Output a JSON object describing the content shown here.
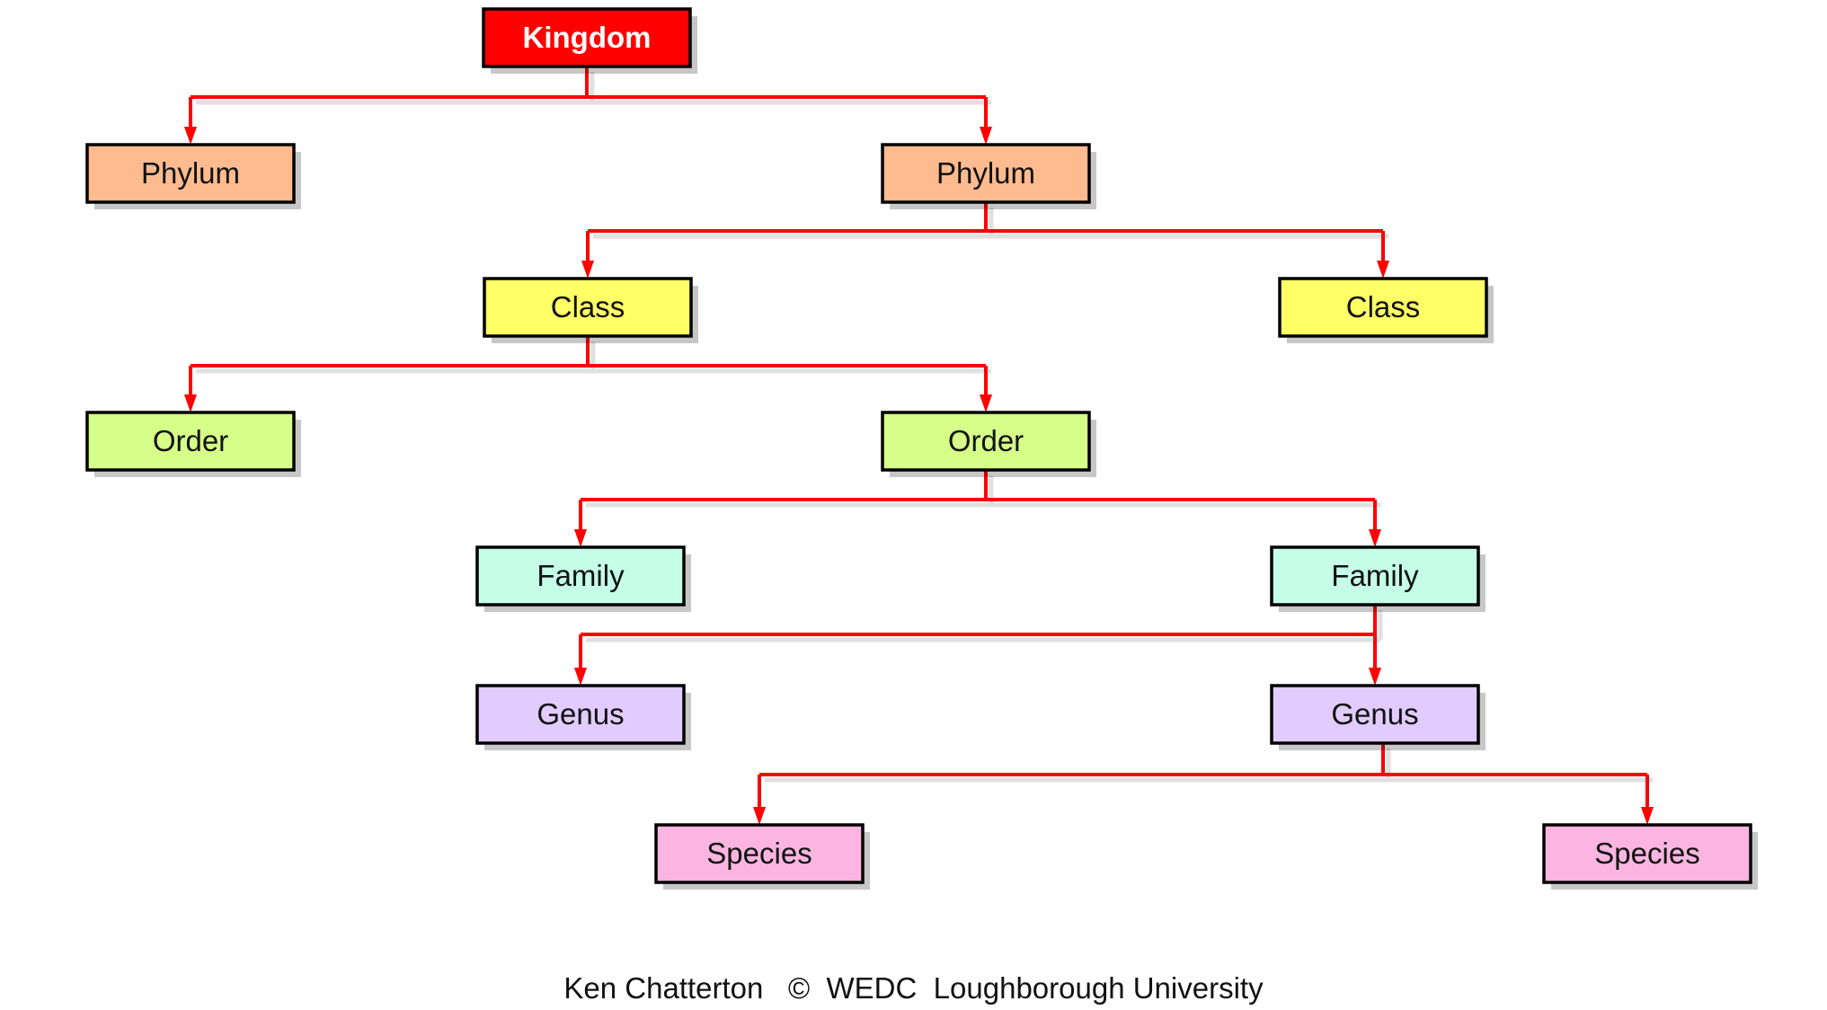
{
  "diagram": {
    "nodes": [
      {
        "id": "kingdom",
        "label": "Kingdom",
        "fill": "#ff0000"
      },
      {
        "id": "phylum-1",
        "label": "Phylum",
        "fill": "#fdbb8f"
      },
      {
        "id": "phylum-2",
        "label": "Phylum",
        "fill": "#fdbb8f"
      },
      {
        "id": "class-1",
        "label": "Class",
        "fill": "#ffff66"
      },
      {
        "id": "class-2",
        "label": "Class",
        "fill": "#ffff66"
      },
      {
        "id": "order-1",
        "label": "Order",
        "fill": "#d5ff88"
      },
      {
        "id": "order-2",
        "label": "Order",
        "fill": "#d5ff88"
      },
      {
        "id": "family-1",
        "label": "Family",
        "fill": "#c5fde9"
      },
      {
        "id": "family-2",
        "label": "Family",
        "fill": "#c5fde9"
      },
      {
        "id": "genus-1",
        "label": "Genus",
        "fill": "#e2ccff"
      },
      {
        "id": "genus-2",
        "label": "Genus",
        "fill": "#e2ccff"
      },
      {
        "id": "species-1",
        "label": "Species",
        "fill": "#fbb5e0"
      },
      {
        "id": "species-2",
        "label": "Species",
        "fill": "#fbb5e0"
      }
    ],
    "edges": [
      {
        "from": "kingdom",
        "to": "phylum-1"
      },
      {
        "from": "kingdom",
        "to": "phylum-2"
      },
      {
        "from": "phylum-2",
        "to": "class-1"
      },
      {
        "from": "phylum-2",
        "to": "class-2"
      },
      {
        "from": "class-1",
        "to": "order-1"
      },
      {
        "from": "class-1",
        "to": "order-2"
      },
      {
        "from": "order-2",
        "to": "family-1"
      },
      {
        "from": "order-2",
        "to": "family-2"
      },
      {
        "from": "family-2",
        "to": "genus-1"
      },
      {
        "from": "family-2",
        "to": "genus-2"
      },
      {
        "from": "genus-2",
        "to": "species-1"
      },
      {
        "from": "genus-2",
        "to": "species-2"
      }
    ],
    "connector_color": "#ff0000"
  },
  "footer": {
    "credit": "Ken Chatterton   ©  WEDC  Loughborough University"
  }
}
